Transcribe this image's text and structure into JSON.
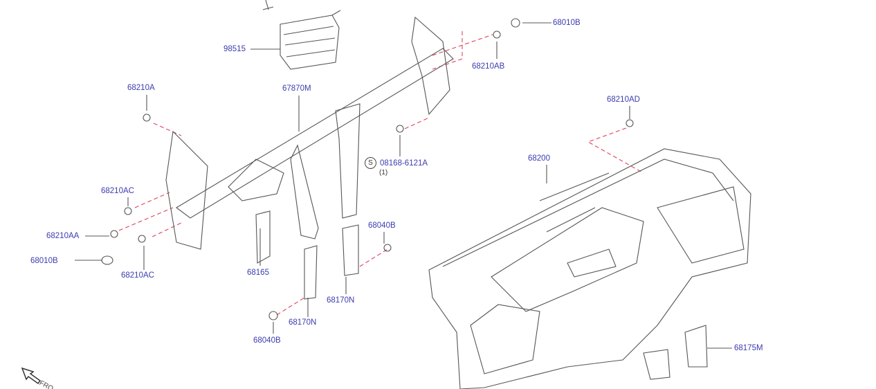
{
  "labels": {
    "p98515": "98515",
    "p68010B_top": "68010B",
    "p68210AB": "68210AB",
    "p68210A": "68210A",
    "p67870M": "67870M",
    "p68210AD": "68210AD",
    "p68200": "68200",
    "p08168": "08168-6121A",
    "p08168_qty": "(1)",
    "p08168_symbol": "S",
    "p68210AC_upper": "68210AC",
    "p68040B_right": "68040B",
    "p68210AA": "68210AA",
    "p68010B_left": "68010B",
    "p68165": "68165",
    "p68210AC_lower": "68210AC",
    "p68170N_right": "68170N",
    "p68170N_left": "68170N",
    "p68040B_bottom": "68040B",
    "p68175M": "68175M"
  },
  "front_indicator": "FRO",
  "colors": {
    "label": "#3b3bb0",
    "leader_dash": "#e0405a",
    "line_art": "#555555"
  }
}
